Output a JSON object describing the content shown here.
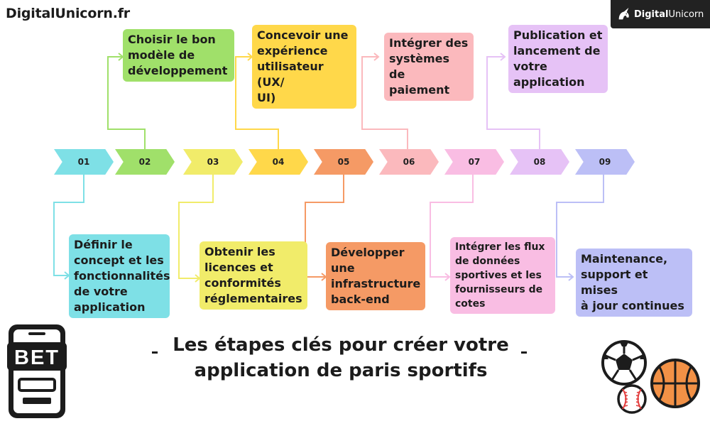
{
  "brand": {
    "site": "DigitalUnicorn.fr",
    "logo_bold": "Digital",
    "logo_light": "Unicorn"
  },
  "title": "Les étapes clés pour créer votre\napplication de paris sportifs",
  "phone_label": "BET",
  "steps": [
    {
      "num": "01",
      "label": "Définir le\nconcept et les\nfonctionnalités\nde votre\napplication",
      "color": "#7ee0e6",
      "position": "below"
    },
    {
      "num": "02",
      "label": "Choisir le bon\nmodèle de\ndéveloppement",
      "color": "#a0e06a",
      "position": "above"
    },
    {
      "num": "03",
      "label": "Obtenir les\nlicences et\nconformités\nréglementaires",
      "color": "#f1ec6a",
      "position": "below"
    },
    {
      "num": "04",
      "label": "Concevoir une\nexpérience\nutilisateur (UX/\nUI)",
      "color": "#ffd84a",
      "position": "above"
    },
    {
      "num": "05",
      "label": "Développer\nune\ninfrastructure\nback-end",
      "color": "#f59a65",
      "position": "below"
    },
    {
      "num": "06",
      "label": "Intégrer des\nsystèmes de\npaiement",
      "color": "#fbb9bd",
      "position": "above"
    },
    {
      "num": "07",
      "label": "Intégrer les flux\nde données\nsportives et les\nfournisseurs de\ncotes",
      "color": "#f9bde3",
      "position": "below"
    },
    {
      "num": "08",
      "label": "Publication et\nlancement de\nvotre\napplication",
      "color": "#e6c2f6",
      "position": "above"
    },
    {
      "num": "09",
      "label": "Maintenance,\nsupport et mises\nà jour continues",
      "color": "#bcbff6",
      "position": "below"
    }
  ]
}
